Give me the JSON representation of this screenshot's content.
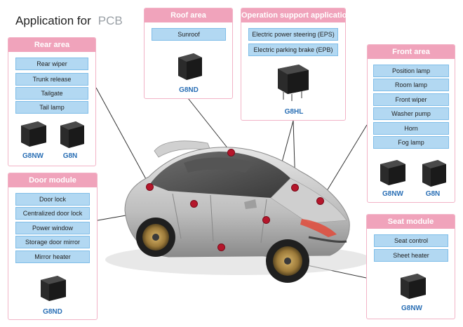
{
  "title": {
    "main": "Application for",
    "sub": "PCB"
  },
  "panels": {
    "rear": {
      "header": "Rear area",
      "items": [
        "Rear wiper",
        "Trunk release",
        "Tailgate",
        "Tail lamp"
      ],
      "models": [
        "G8NW",
        "G8N"
      ]
    },
    "roof": {
      "header": "Roof area",
      "items": [
        "Sunroof"
      ],
      "models": [
        "G8ND"
      ]
    },
    "operation": {
      "header": "Operation support application",
      "items": [
        "Electric power steering (EPS)",
        "Electric parking brake (EPB)"
      ],
      "models": [
        "G8HL"
      ]
    },
    "front": {
      "header": "Front area",
      "items": [
        "Position lamp",
        "Room lamp",
        "Front wiper",
        "Washer pump",
        "Horn",
        "Fog lamp"
      ],
      "models": [
        "G8NW",
        "G8N"
      ]
    },
    "door": {
      "header": "Door module",
      "items": [
        "Door lock",
        "Centralized door lock",
        "Power window",
        "Storage door mirror",
        "Mirror heater"
      ],
      "models": [
        "G8ND"
      ]
    },
    "seat": {
      "header": "Seat module",
      "items": [
        "Seat control",
        "Sheet heater"
      ],
      "models": [
        "G8NW"
      ]
    }
  },
  "colors": {
    "header_pink": "#f0a3bb",
    "item_blue": "#b2d8f2",
    "model_text": "#2a6fb5",
    "marker_red": "#b5162b"
  }
}
